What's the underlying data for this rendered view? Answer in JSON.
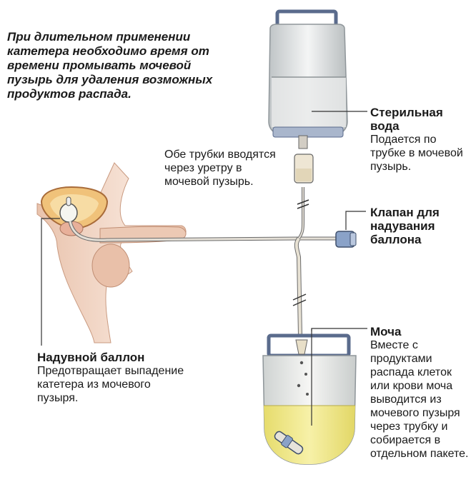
{
  "intro_text": "При длительном применении катетера необходимо время от времени промывать мочевой пузырь для удаления возможных продуктов распада.",
  "labels": {
    "water": {
      "title": "Стерильная\nвода",
      "body": "Подается по трубке в мочевой пузырь."
    },
    "tubes": {
      "body": "Обе трубки вводятся через уретру в мочевой пузырь."
    },
    "valve": {
      "title": "Клапан для надувания баллона"
    },
    "balloon": {
      "title": "Надувной баллон",
      "body": "Предотвращает выпадение катетера из мочевого пузыря."
    },
    "urine": {
      "title": "Моча",
      "body": "Вместе с продуктами распада клеток или крови моча выводится из мочевого пузыря через трубку и собирается в отдельном пакете."
    }
  },
  "colors": {
    "skin": "#f1d6c4",
    "skin_shadow": "#d9a78c",
    "bladder": "#f0c27a",
    "bag_frame": "#5a6b8c",
    "water_bag": "#d6dadc",
    "water_fill": "#eceeee",
    "urine": "#f2ea8a",
    "tube": "#d9d4cb",
    "tube_outline": "#6b6b6b",
    "valve": "#8aa2c8"
  }
}
